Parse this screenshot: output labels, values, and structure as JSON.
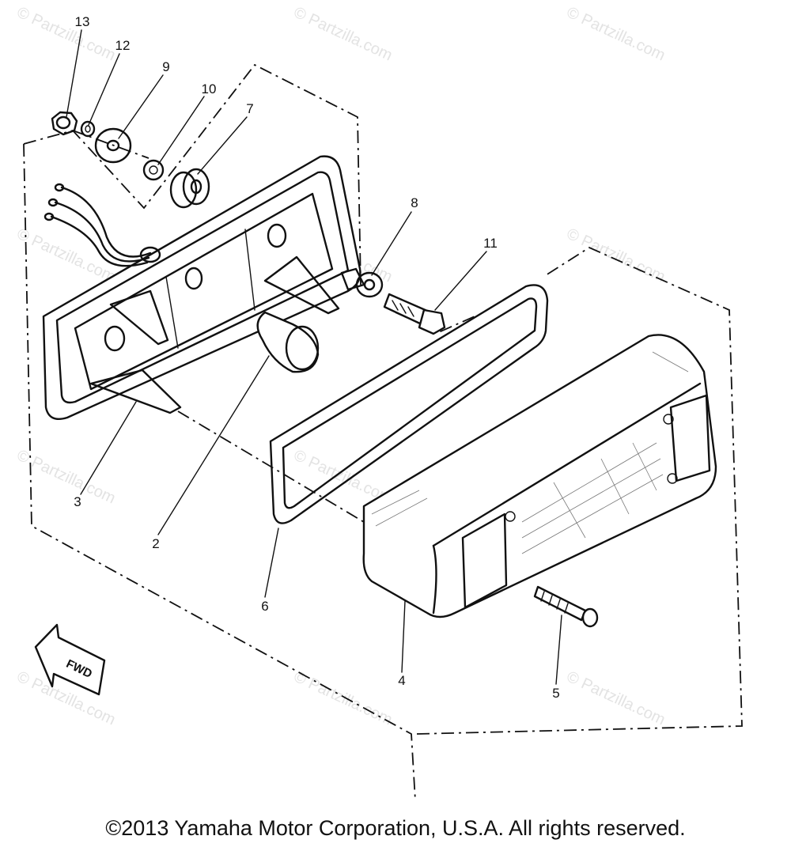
{
  "watermark": "© Partzilla.com",
  "fwd_label": "FWD",
  "callouts": [
    {
      "id": "13",
      "label": "13"
    },
    {
      "id": "12",
      "label": "12"
    },
    {
      "id": "9",
      "label": "9"
    },
    {
      "id": "10",
      "label": "10"
    },
    {
      "id": "7",
      "label": "7"
    },
    {
      "id": "8",
      "label": "8"
    },
    {
      "id": "11",
      "label": "11"
    },
    {
      "id": "3",
      "label": "3"
    },
    {
      "id": "2",
      "label": "2"
    },
    {
      "id": "6",
      "label": "6"
    },
    {
      "id": "4",
      "label": "4"
    },
    {
      "id": "5",
      "label": "5"
    }
  ],
  "copyright": "©2013 Yamaha Motor Corporation, U.S.A. All rights reserved."
}
